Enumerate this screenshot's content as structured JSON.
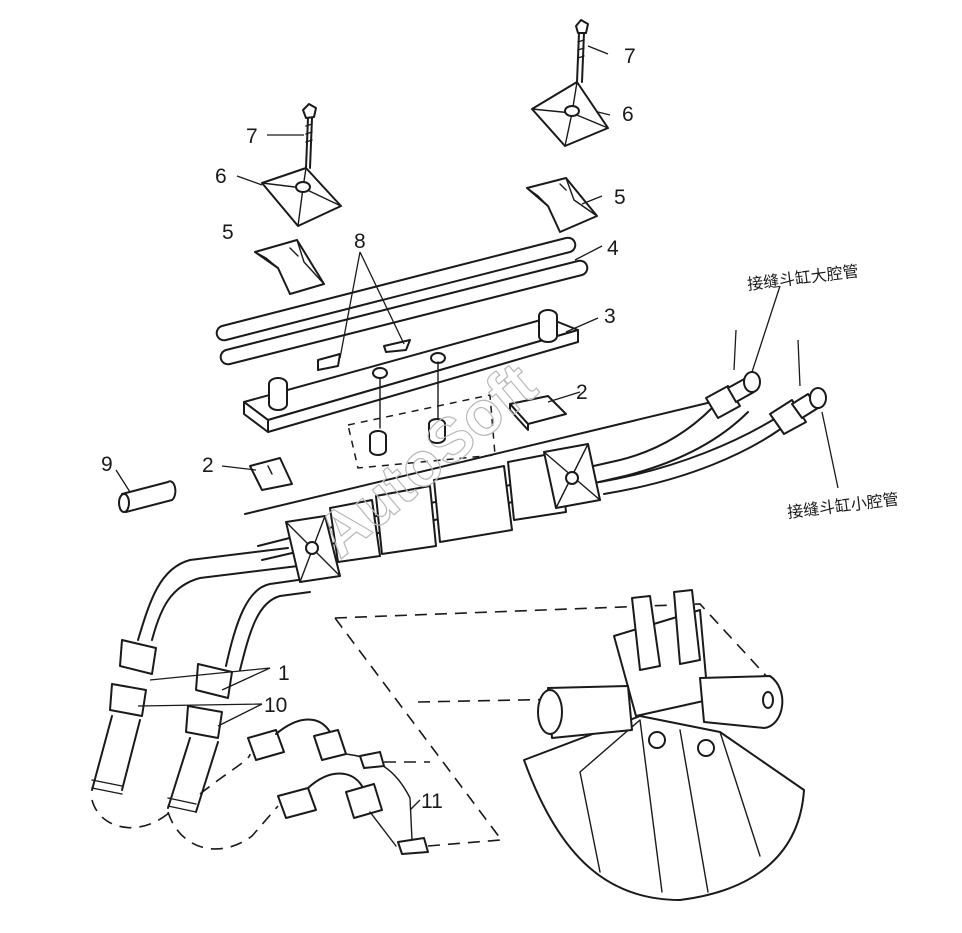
{
  "watermark": "AutoSoft",
  "labels": {
    "large_chamber_hose": "接缝斗缸大腔管",
    "small_chamber_hose": "接缝斗缸小腔管"
  },
  "callouts": {
    "c1": "1",
    "c2": "2",
    "c3": "3",
    "c4": "4",
    "c5": "5",
    "c6": "6",
    "c7": "7",
    "c8": "8",
    "c9": "9",
    "c10": "10",
    "c11": "11"
  }
}
